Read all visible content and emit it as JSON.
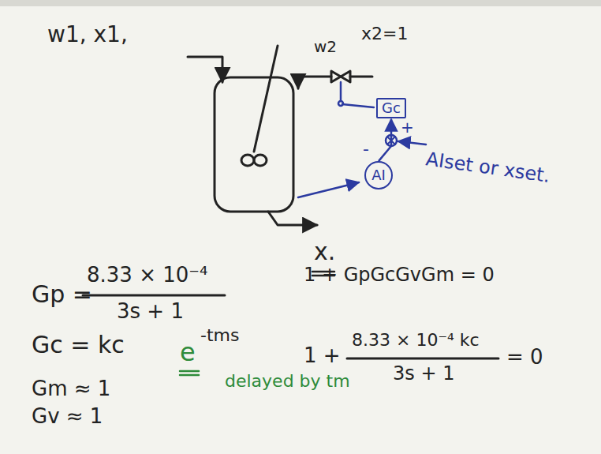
{
  "diagram": {
    "nodes": [
      {
        "text": [
          "Gc"
        ]
      },
      {
        "text": [
          "AI"
        ]
      }
    ],
    "edges": [
      {
        "from": 1,
        "to": 0,
        "arrow": "to"
      }
    ],
    "labels": [
      "w1, x1,",
      "w2",
      "x2=1",
      "x.",
      "-",
      "+",
      "AIset or xset.",
      "Gp =",
      "8.33 × 10⁻⁴",
      "3s + 1",
      "1 + GpGcGvGm = 0",
      "Gc = kc",
      "e",
      "-tms",
      "1 +",
      "8.33 × 10⁻⁴ kc",
      "3s + 1",
      "= 0",
      "Gm ≈ 1",
      "Gv ≈ 1",
      "delayed by tm"
    ]
  }
}
